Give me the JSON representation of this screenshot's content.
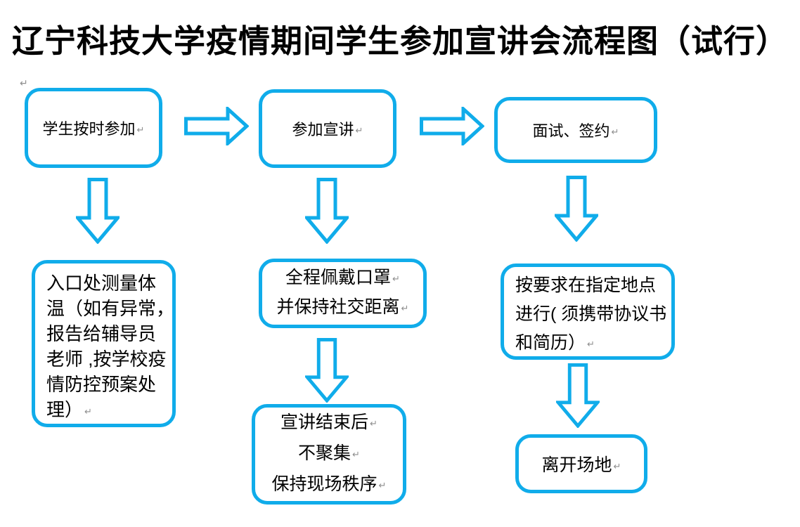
{
  "title": "辽宁科技大学疫情期间学生参加宣讲会流程图（试行）",
  "colors": {
    "accent": "#10ACEA",
    "text": "#000000",
    "paragraph_mark": "#8e8e8e"
  },
  "return_mark": "↵",
  "nodes": {
    "attend_on_time": {
      "label": "学生按时参加",
      "lines": [
        "学生按时参加"
      ]
    },
    "attend_presentation": {
      "label": "参加宣讲",
      "lines": [
        "参加宣讲"
      ]
    },
    "interview_sign": {
      "label": "面试、签约",
      "lines": [
        "面试、签约"
      ]
    },
    "temperature_check": {
      "label": "入口处测量体温（如有异常，报告给辅导员老师 ,按学校疫情防控预案处理）",
      "lines": [
        "入口处测量体",
        "温（如有异常，",
        "报告给辅导员",
        "老师 ,按学校疫",
        "情防控预案处",
        "理）"
      ]
    },
    "mask_distance": {
      "label": "全程佩戴口罩并保持社交距离",
      "lines": [
        "全程佩戴口罩",
        "并保持社交距离"
      ]
    },
    "after_presentation": {
      "label": "宣讲结束后不聚集保持现场秩序",
      "lines": [
        "宣讲结束后",
        "不聚集",
        "保持现场秩序"
      ]
    },
    "designated_place": {
      "label": "按要求在指定地点进行( 须携带协议书和简历）",
      "lines": [
        "按要求在指定地点",
        "进行( 须携带协议书",
        "和简历）"
      ]
    },
    "leave_venue": {
      "label": "离开场地",
      "lines": [
        "离开场地"
      ]
    }
  }
}
